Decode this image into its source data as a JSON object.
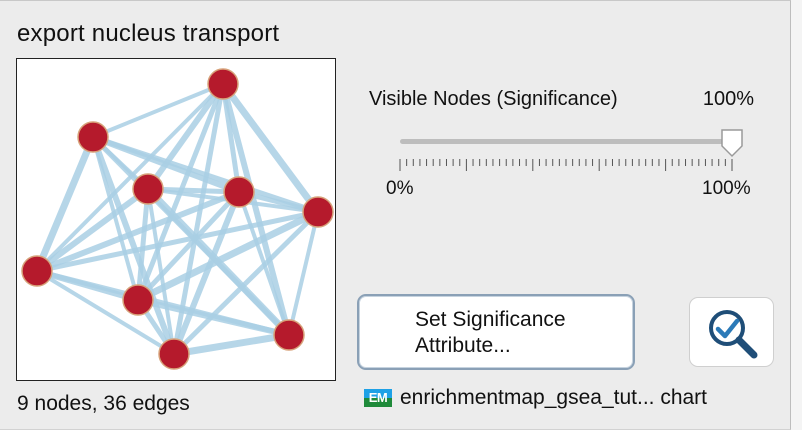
{
  "title": "export nucleus transport",
  "network": {
    "summary": "9 nodes, 36 edges",
    "node_color": "#b51a2c",
    "node_border": "#d7a27a",
    "edge_color": "#a9cfe4"
  },
  "slider": {
    "label": "Visible Nodes (Significance)",
    "value_text": "100%",
    "value": 100,
    "min_label": "0%",
    "max_label": "100%"
  },
  "significance_button": {
    "label": "Set Significance\nAttribute..."
  },
  "search_button": {
    "icon": "magnifier-check-icon"
  },
  "source": {
    "icon_text": "EM",
    "text": "enrichmentmap_gsea_tut... chart"
  }
}
